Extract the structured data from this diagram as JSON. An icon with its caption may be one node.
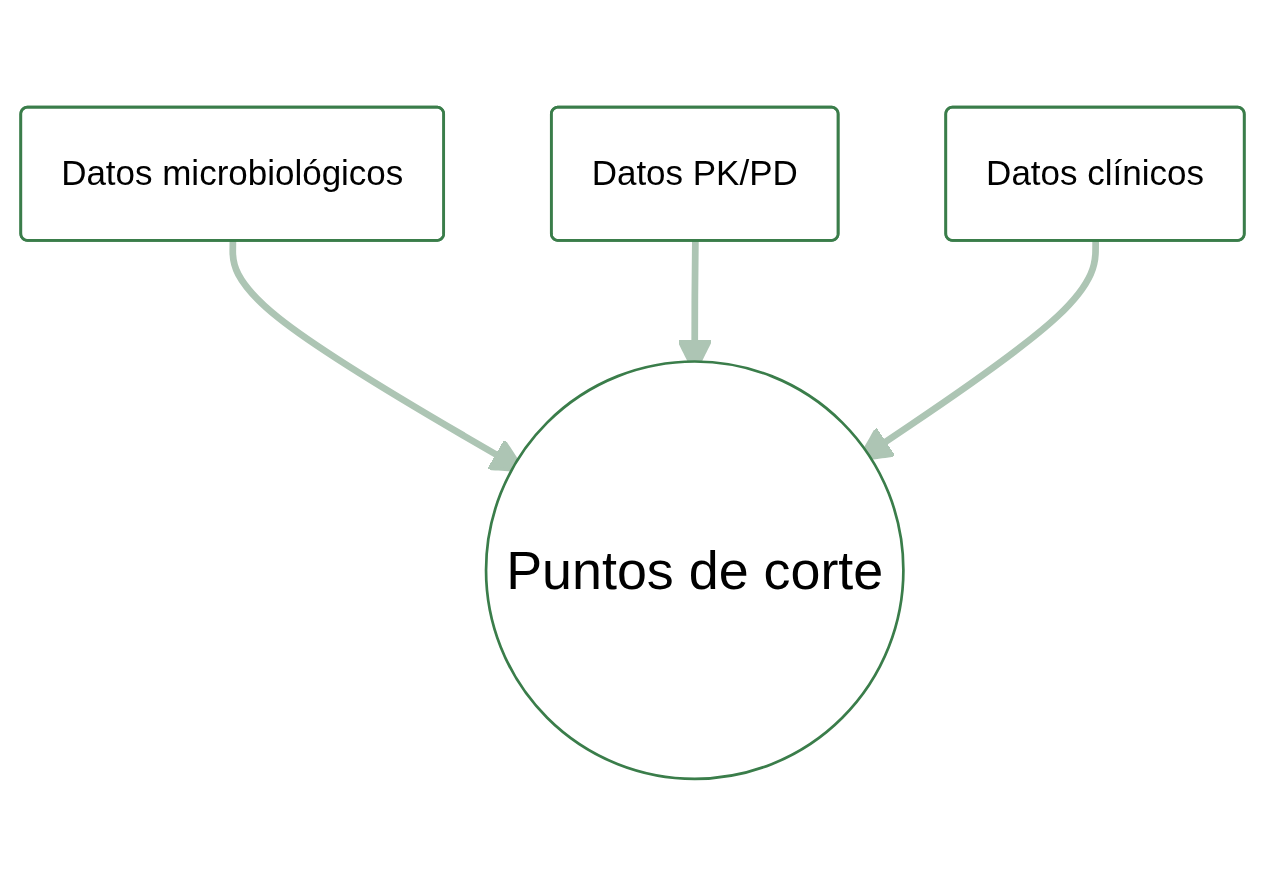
{
  "diagram": {
    "nodes": [
      {
        "text": [
          "Datos PK/PD"
        ]
      },
      {
        "text": [
          "Datos microbiológicos"
        ]
      },
      {
        "text": [
          "Datos clínicos"
        ]
      },
      {
        "text": [
          "Puntos de corte"
        ]
      }
    ],
    "edges": [
      {
        "from": 1,
        "to": 3,
        "arrow": "to"
      },
      {
        "from": 0,
        "to": 3,
        "arrow": "to"
      },
      {
        "from": 2,
        "to": 3,
        "arrow": "to"
      }
    ]
  }
}
